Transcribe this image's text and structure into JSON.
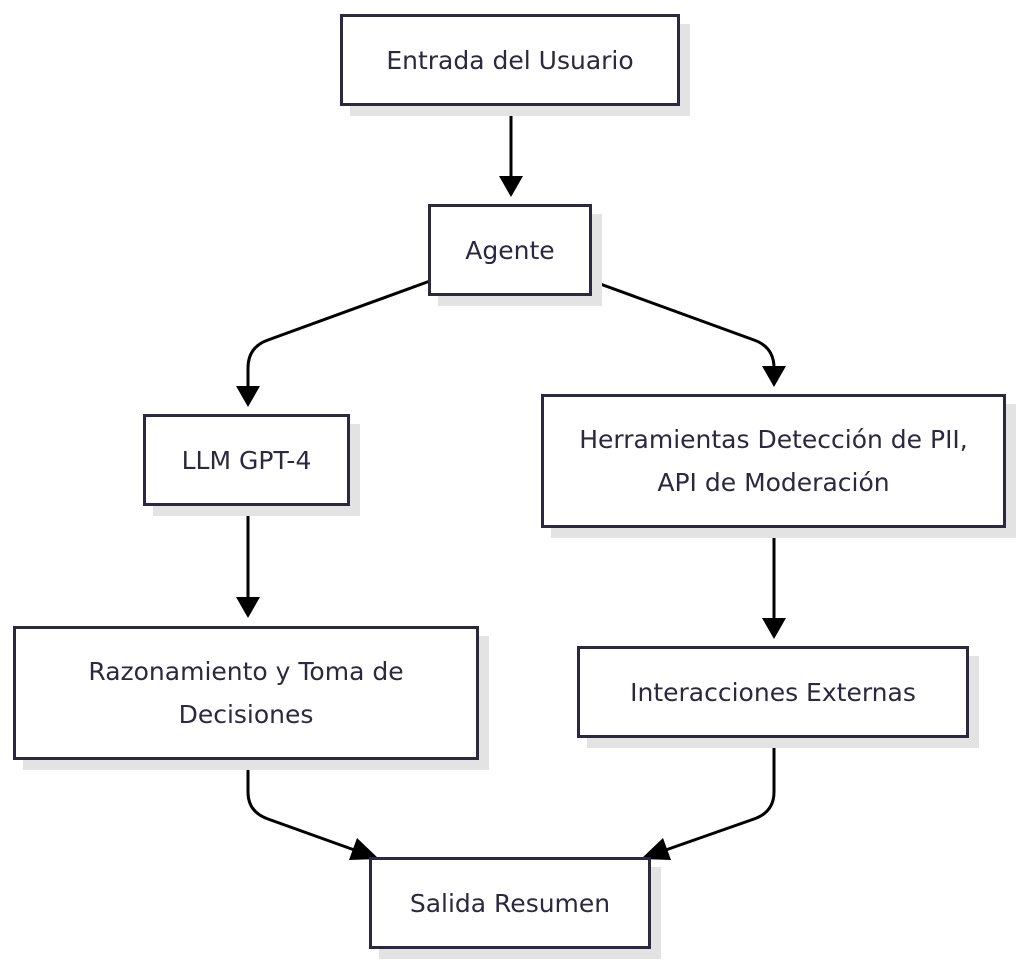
{
  "diagram": {
    "nodes": {
      "entrada": {
        "label": "Entrada del Usuario"
      },
      "agente": {
        "label": "Agente"
      },
      "llm": {
        "label": "LLM GPT-4"
      },
      "herramientas": {
        "label": "Herramientas Detección de PII, API de Moderación"
      },
      "razonamiento": {
        "label": "Razonamiento y Toma de Decisiones"
      },
      "interacciones": {
        "label": "Interacciones Externas"
      },
      "salida": {
        "label": "Salida Resumen"
      }
    },
    "edges": [
      {
        "from": "Entrada del Usuario",
        "to": "Agente"
      },
      {
        "from": "Agente",
        "to": "LLM GPT-4"
      },
      {
        "from": "Agente",
        "to": "Herramientas Detección de PII, API de Moderación"
      },
      {
        "from": "LLM GPT-4",
        "to": "Razonamiento y Toma de Decisiones"
      },
      {
        "from": "Herramientas Detección de PII, API de Moderación",
        "to": "Interacciones Externas"
      },
      {
        "from": "Razonamiento y Toma de Decisiones",
        "to": "Salida Resumen"
      },
      {
        "from": "Interacciones Externas",
        "to": "Salida Resumen"
      }
    ],
    "colors": {
      "stroke": "#2b2840",
      "text": "#2b2840",
      "node_fill": "#ffffff",
      "shadow": "#e3e3e3",
      "arrow": "#000000"
    }
  }
}
